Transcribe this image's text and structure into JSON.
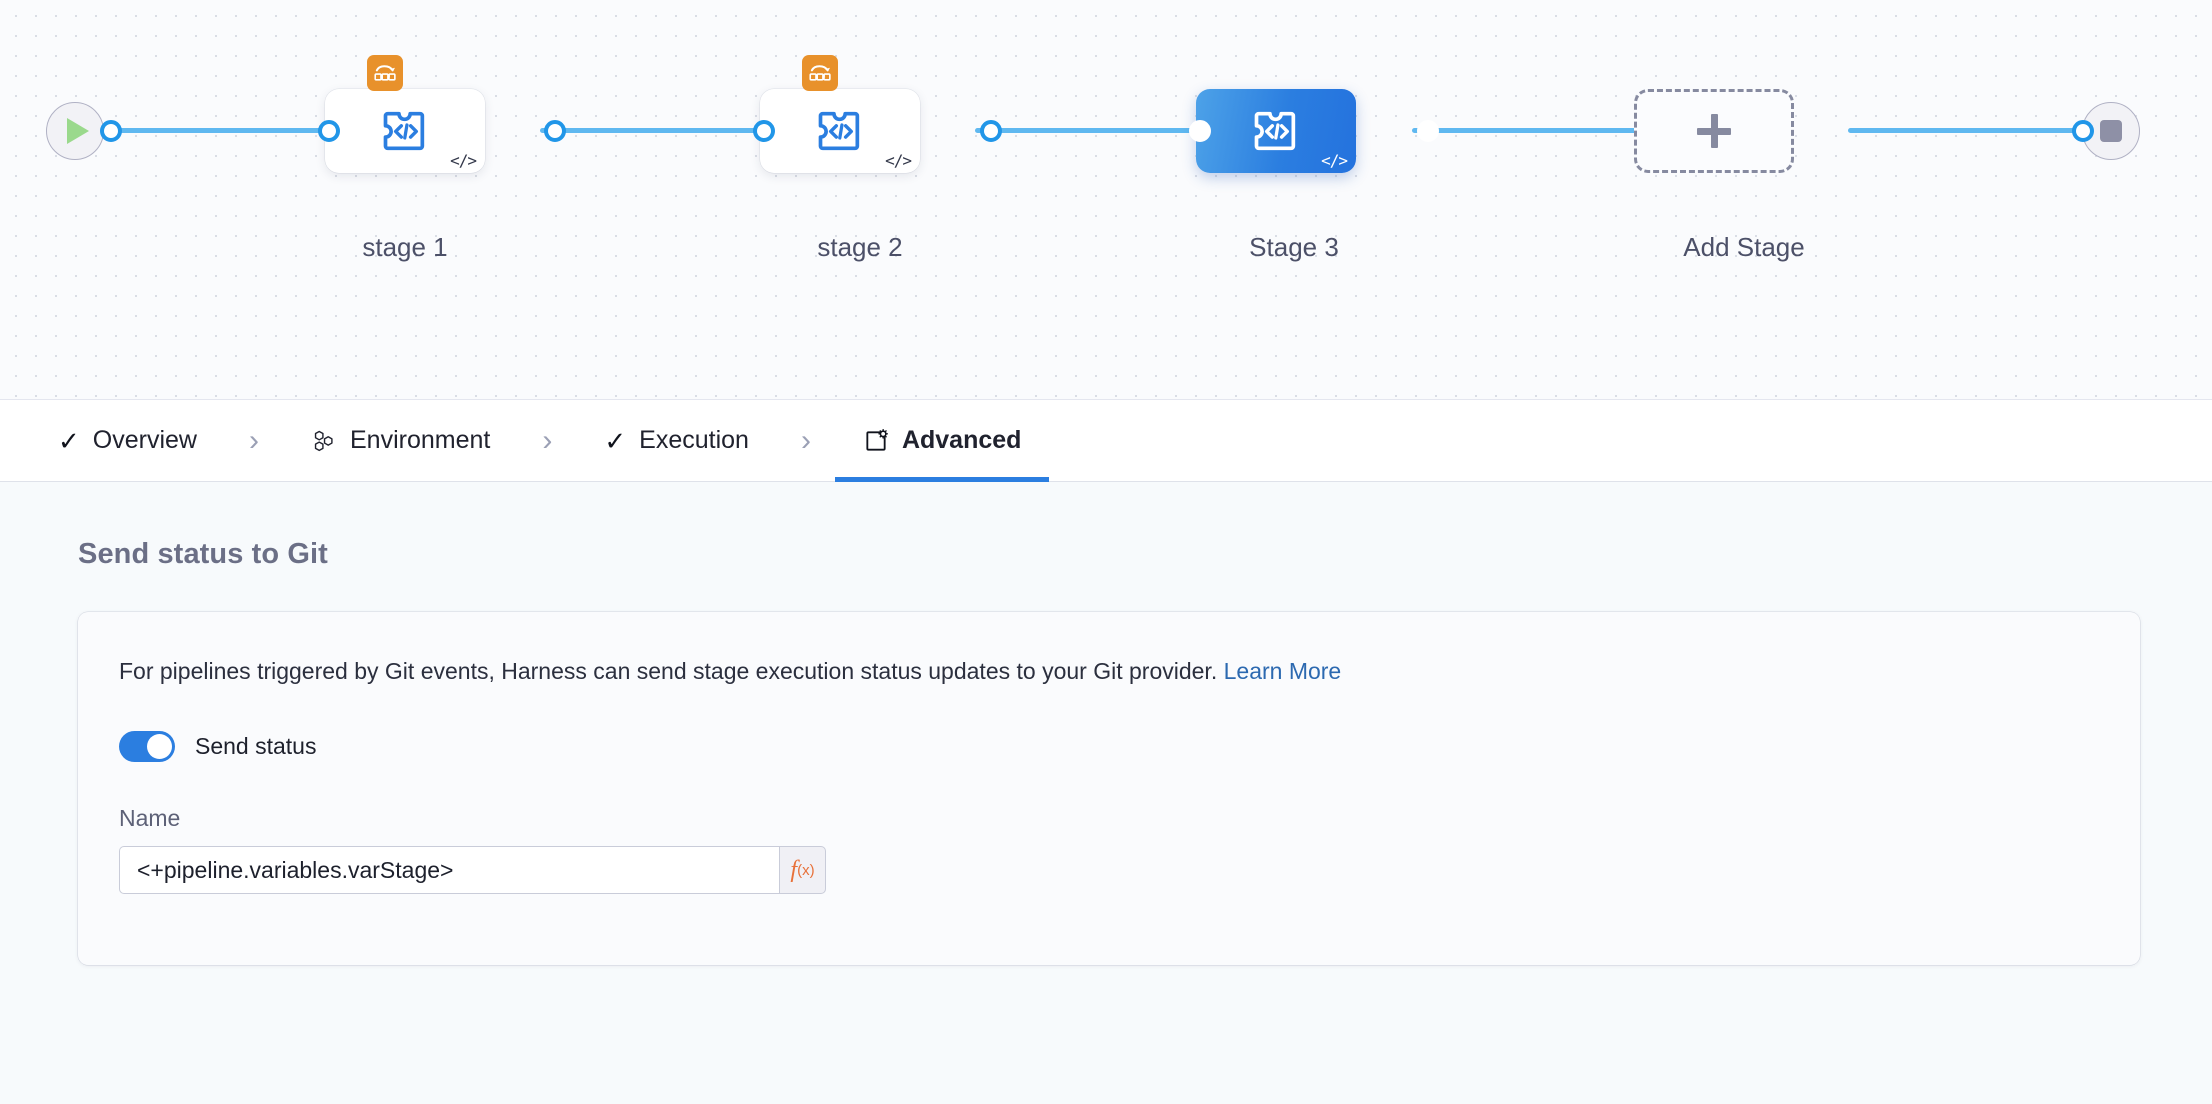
{
  "canvas": {
    "start_node": {
      "icon": "play-icon"
    },
    "end_node": {
      "icon": "stop-icon"
    },
    "add_stage": {
      "label": "Add Stage",
      "icon": "plus-icon"
    },
    "stages": [
      {
        "label": "stage 1",
        "selected": false,
        "has_matrix_badge": true,
        "badge_icon": "looping-strategy-icon",
        "type_icon": "custom-stage-icon",
        "code_glyph": "</>"
      },
      {
        "label": "stage 2",
        "selected": false,
        "has_matrix_badge": true,
        "badge_icon": "looping-strategy-icon",
        "type_icon": "custom-stage-icon",
        "code_glyph": "</>"
      },
      {
        "label": "Stage 3",
        "selected": true,
        "has_matrix_badge": false,
        "badge_icon": "",
        "type_icon": "custom-stage-icon",
        "code_glyph": "</>"
      }
    ]
  },
  "tabs": [
    {
      "label": "Overview",
      "icon": "check-icon",
      "active": false
    },
    {
      "label": "Environment",
      "icon": "environment-icon",
      "active": false
    },
    {
      "label": "Execution",
      "icon": "check-icon",
      "active": false
    },
    {
      "label": "Advanced",
      "icon": "advanced-icon",
      "active": true
    }
  ],
  "tab_separator": "›",
  "main": {
    "section_title": "Send status to Git",
    "description_text": "For pipelines triggered by Git events, Harness can send stage execution status updates to your Git provider.",
    "learn_more_label": "Learn More",
    "send_status_label": "Send status",
    "send_status_enabled": true,
    "name_label": "Name",
    "name_value": "<+pipeline.variables.varStage>",
    "name_placeholder": "Name",
    "fx_button": {
      "f": "f",
      "x": "(x)"
    }
  },
  "colors": {
    "accent_blue": "#2b7ee0",
    "connector_blue": "#5fb8f0",
    "matrix_orange": "#e8912b",
    "fx_orange": "#e8713a",
    "link_blue": "#2c69b0",
    "canvas_bg": "#fafbfd",
    "content_bg": "#f7fafc"
  }
}
